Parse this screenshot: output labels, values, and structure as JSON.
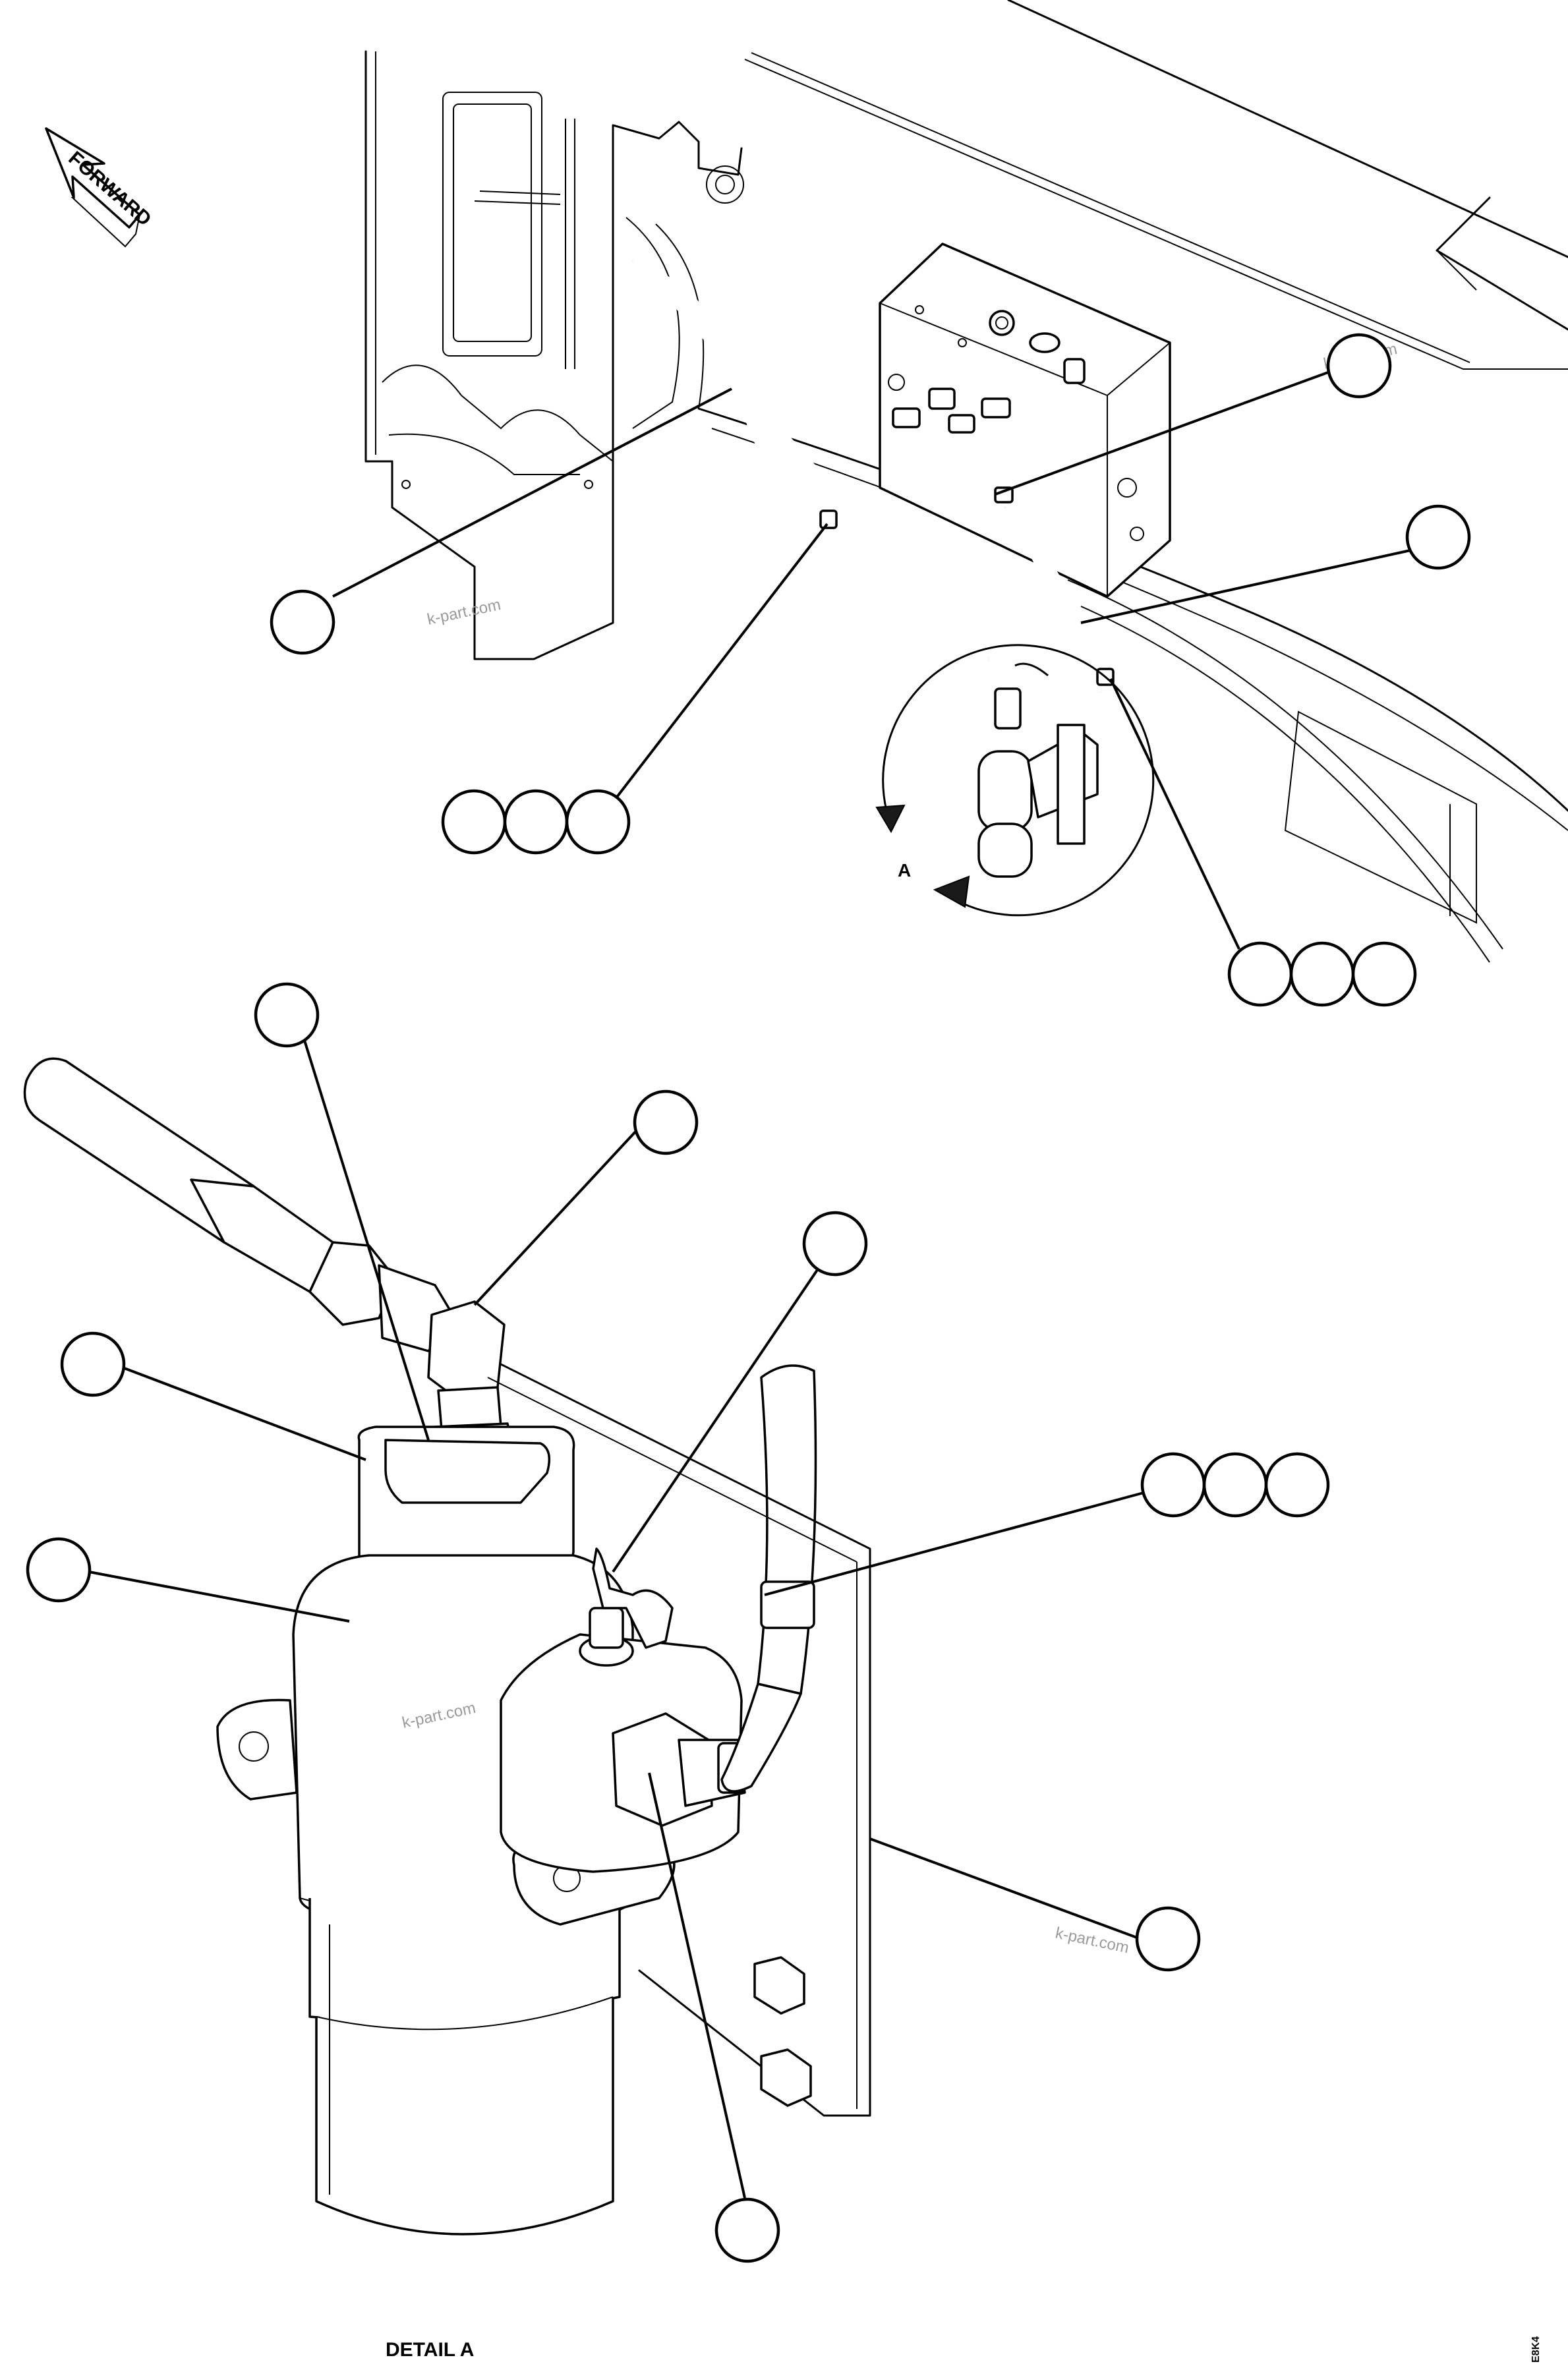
{
  "direction_arrow": {
    "label": "FORWARD"
  },
  "view_marker": {
    "label": "A"
  },
  "detail_caption": "DETAIL A",
  "drawing_code": "E8K4",
  "watermark": "k-part.com",
  "callouts": {
    "main_view": {
      "single": 3,
      "triple_groups": 2
    },
    "detail_view": {
      "single": 7,
      "triple_groups": 1
    }
  }
}
